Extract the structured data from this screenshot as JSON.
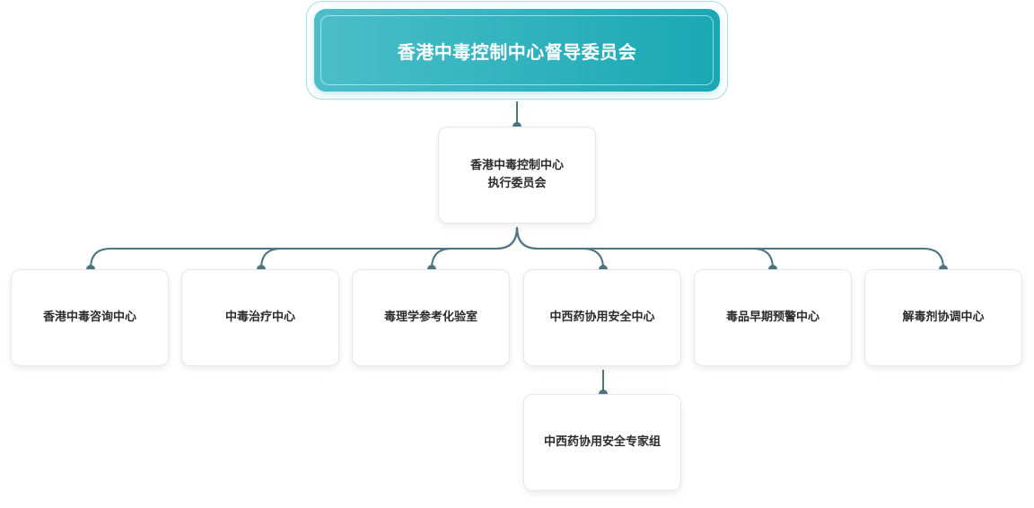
{
  "steering_committee": {
    "label": "香港中毒控制中心督导委员会"
  },
  "executive_committee": {
    "line1": "香港中毒控制中心",
    "line2": "执行委员会"
  },
  "departments": [
    {
      "label": "香港中毒咨询中心"
    },
    {
      "label": "中毒治疗中心"
    },
    {
      "label": "毒理学参考化验室"
    },
    {
      "label": "中西药协用安全中心"
    },
    {
      "label": "毒品早期预警中心"
    },
    {
      "label": "解毒剂协调中心"
    }
  ],
  "sub_unit": {
    "label": "中西药协用安全专家组"
  },
  "colors": {
    "accent_start": "#4bbec9",
    "accent_end": "#19a8b4",
    "connector": "#4f7580"
  }
}
